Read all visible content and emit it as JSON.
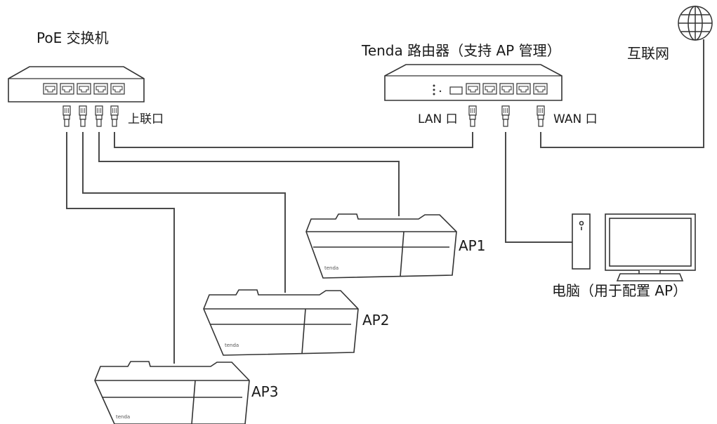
{
  "diagram": {
    "poe_switch": {
      "label": "PoE 交换机",
      "uplink_label": "上联口"
    },
    "router": {
      "label": "Tenda 路由器（支持 AP 管理）",
      "lan_label": "LAN 口",
      "wan_label": "WAN 口"
    },
    "internet": {
      "label": "互联网"
    },
    "computer": {
      "label": "电脑（用于配置 AP）"
    },
    "access_points": [
      {
        "label": "AP1",
        "brand": "tenda"
      },
      {
        "label": "AP2",
        "brand": "tenda"
      },
      {
        "label": "AP3",
        "brand": "tenda"
      }
    ],
    "colors": {
      "line": "#4a4a4a",
      "device_fill": "#ffffff",
      "device_stroke": "#333333"
    }
  }
}
